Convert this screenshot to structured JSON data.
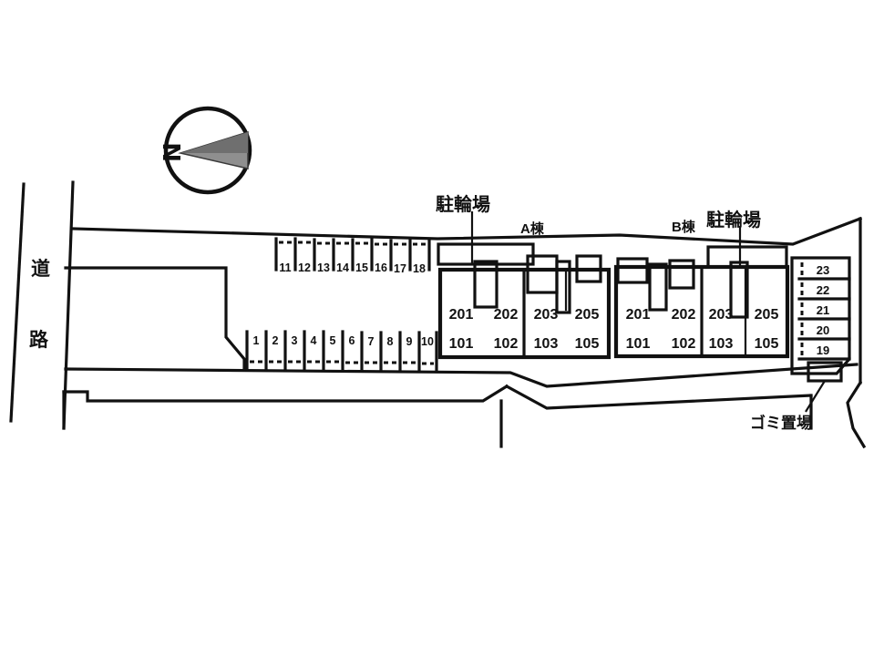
{
  "plan": {
    "title_labels": {
      "road": "道　路",
      "road_char_1": "道",
      "road_char_2": "路",
      "bicycle_parking_a": "駐輪場",
      "bicycle_parking_b": "駐輪場",
      "building_a": "A棟",
      "building_b": "B棟",
      "garbage_area": "ゴミ置場"
    },
    "compass": {
      "north_letter": "N"
    },
    "parking": {
      "upper_row": [
        "11",
        "12",
        "13",
        "14",
        "15",
        "16",
        "17",
        "18"
      ],
      "lower_row": [
        "1",
        "2",
        "3",
        "4",
        "5",
        "6",
        "7",
        "8",
        "9",
        "10"
      ],
      "right_column": [
        "23",
        "22",
        "21",
        "20",
        "19"
      ]
    },
    "building_a": {
      "name": "A棟",
      "floor_2_units": [
        "201",
        "202",
        "203",
        "205"
      ],
      "floor_1_units": [
        "101",
        "102",
        "103",
        "105"
      ]
    },
    "building_b": {
      "name": "B棟",
      "floor_2_units": [
        "201",
        "202",
        "203",
        "205"
      ],
      "floor_1_units": [
        "101",
        "102",
        "103",
        "105"
      ]
    },
    "colors": {
      "line": "#111111",
      "background": "#ffffff",
      "compass_needle": "#8a8a8a"
    }
  }
}
